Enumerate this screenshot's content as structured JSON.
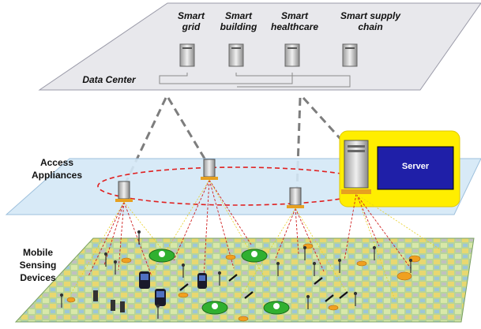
{
  "top_layer": {
    "title": "Data Center",
    "services": [
      {
        "line1": "Smart",
        "line2": "grid"
      },
      {
        "line1": "Smart",
        "line2": "building"
      },
      {
        "line1": "Smart",
        "line2": "healthcare"
      },
      {
        "line1": "Smart supply",
        "line2": "chain"
      }
    ]
  },
  "middle_layer": {
    "title_line1": "Access",
    "title_line2": "Appliances",
    "server_label": "Server"
  },
  "bottom_layer": {
    "title_line1": "Mobile",
    "title_line2": "Sensing",
    "title_line3": "Devices"
  },
  "colors": {
    "data_center_plane": "#e6e6ea",
    "access_plane": "#d4e8f6",
    "ground_plane": "#b8d6a8",
    "ring": "#e02020",
    "server_highlight": "#ffee00",
    "server_box": "#1f1fa8",
    "links": "#7d7d7d"
  }
}
